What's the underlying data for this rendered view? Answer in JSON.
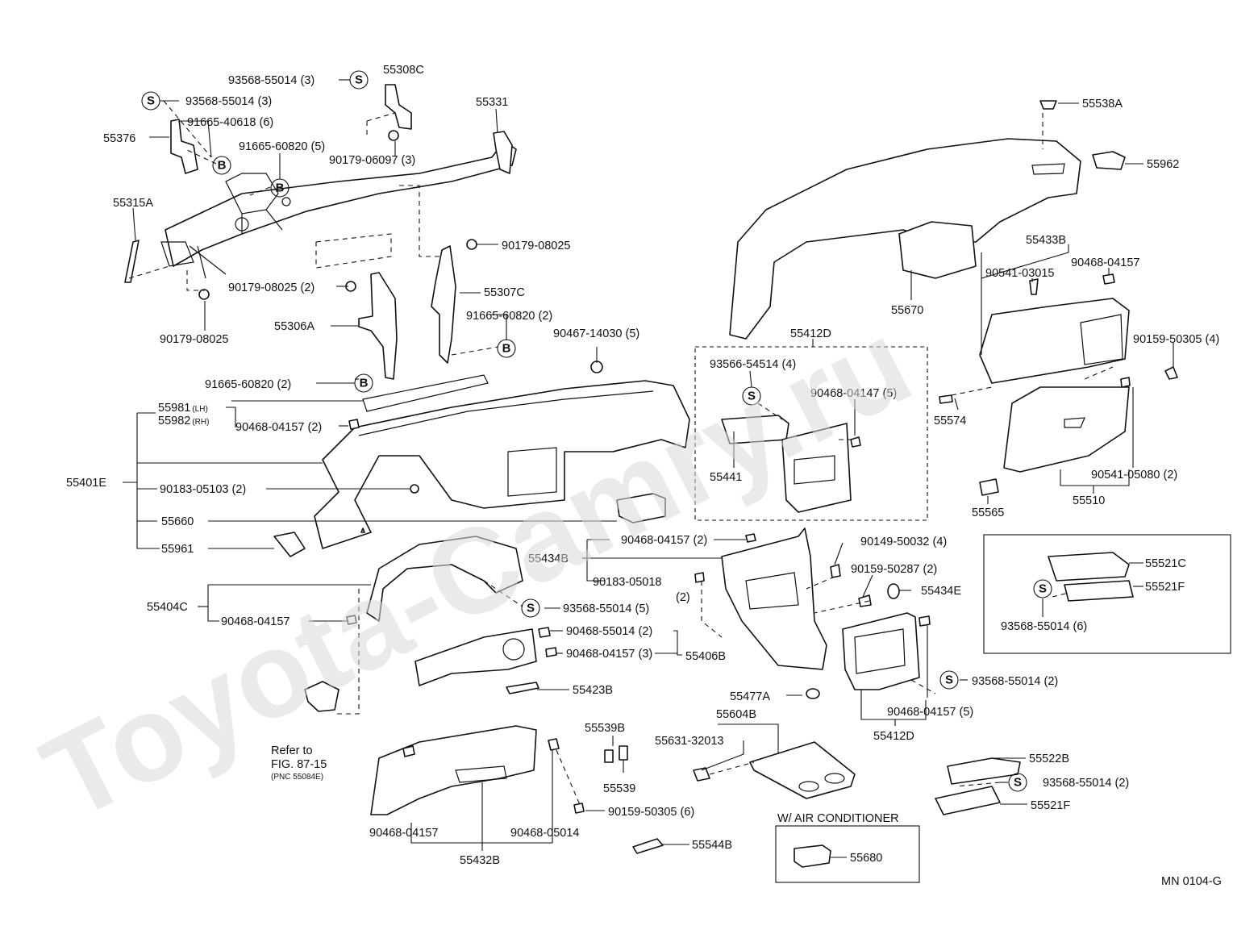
{
  "watermark": "Toyota-Camry.ru",
  "figure_code": "MN 0104-G",
  "symbols": {
    "s": "S",
    "b": "B"
  },
  "labels": {
    "l55308C": "55308C",
    "l93568_55014_3a": "93568-55014 (3)",
    "l93568_55014_3b": "93568-55014 (3)",
    "l91665_40618": "91665-40618 (6)",
    "l55376": "55376",
    "l91665_60820_5": "91665-60820 (5)",
    "l55331": "55331",
    "l90179_06097": "90179-06097 (3)",
    "l55315A": "55315A",
    "l90179_08025a": "90179-08025",
    "l55307C": "55307C",
    "l90179_08025_2": "90179-08025 (2)",
    "l91665_60820_2a": "91665-60820 (2)",
    "l90179_08025b": "90179-08025",
    "l55306A": "55306A",
    "l90467_14030": "90467-14030 (5)",
    "l91665_60820_2b": "91665-60820 (2)",
    "l55981": "55981",
    "l55981_lh": "(LH)",
    "l55982": "55982",
    "l55982_rh": "(RH)",
    "l90468_04157_2a": "90468-04157 (2)",
    "l55401E": "55401E",
    "l90183_05103": "90183-05103 (2)",
    "l55660": "55660",
    "l55961": "55961",
    "l55538A": "55538A",
    "l55962": "55962",
    "l55433B": "55433B",
    "l90541_03015": "90541-03015",
    "l90468_04157a": "90468-04157",
    "l55670": "55670",
    "l55412D_top": "55412D",
    "l93566_54514": "93566-54514 (4)",
    "l90468_04147": "90468-04147 (5)",
    "l55441": "55441",
    "l90159_50305_4": "90159-50305 (4)",
    "l55574": "55574",
    "l90541_05080": "90541-05080 (2)",
    "l55510": "55510",
    "l55565": "55565",
    "l90468_04157_2b": "90468-04157 (2)",
    "l90149_50032": "90149-50032 (4)",
    "l55434B": "55434B",
    "l90183_05018": "90183-05018",
    "l90183_05018_qty": "(2)",
    "l90159_50287": "90159-50287 (2)",
    "l55434E": "55434E",
    "l55521C": "55521C",
    "l55521F_a": "55521F",
    "l93568_55014_6": "93568-55014 (6)",
    "l55404C": "55404C",
    "l90468_04157b": "90468-04157",
    "l93568_55014_5": "93568-55014 (5)",
    "l90468_55014": "90468-55014 (2)",
    "l90468_04157_3": "90468-04157 (3)",
    "l55406B": "55406B",
    "l55423B": "55423B",
    "l93568_55014_2a": "93568-55014 (2)",
    "l90468_04157_5": "90468-04157 (5)",
    "l55412D_bottom": "55412D",
    "l55477A": "55477A",
    "l55604B": "55604B",
    "l55631_32013": "55631-32013",
    "l55539B": "55539B",
    "l55539": "55539",
    "l55522B": "55522B",
    "l93568_55014_2b": "93568-55014 (2)",
    "l55521F_b": "55521F",
    "l90159_50305_6": "90159-50305 (6)",
    "l90468_04157c": "90468-04157",
    "l90468_05014": "90468-05014",
    "l55432B": "55432B",
    "l55544B": "55544B",
    "l55680": "55680",
    "w_air_conditioner": "W/ AIR CONDITIONER",
    "refer_to": "Refer to",
    "fig_87_15": "FIG. 87-15",
    "pnc_55084e": "(PNC 55084E)"
  }
}
